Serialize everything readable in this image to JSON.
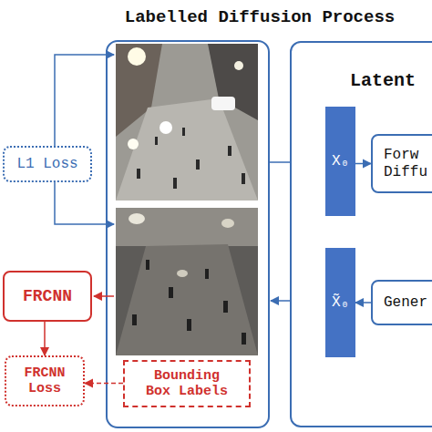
{
  "diagram": {
    "title": "Labelled Diffusion Process",
    "nodes": [
      {
        "text": [
          "L1 Loss"
        ]
      },
      {
        "text": [
          "FRCNN"
        ]
      },
      {
        "text": [
          "FRCNN Loss"
        ]
      },
      {
        "text": [
          "Bounding Box Labels"
        ]
      },
      {
        "text": [
          "Latent"
        ]
      },
      {
        "text": [
          "X₀"
        ],
        "in": 4
      },
      {
        "text": [
          "Forw Diffu"
        ],
        "in": 4
      },
      {
        "text": [
          "X̃₀"
        ],
        "in": 4
      },
      {
        "text": [
          "Gener"
        ],
        "in": 4
      }
    ],
    "edges": [
      {
        "from": 1,
        "to": 2,
        "arrow": "to"
      },
      {
        "from": 3,
        "to": 2,
        "arrow": "to"
      },
      {
        "from": 5,
        "to": 6,
        "arrow": "to"
      },
      {
        "from": 8,
        "to": 7,
        "arrow": "to"
      }
    ]
  }
}
